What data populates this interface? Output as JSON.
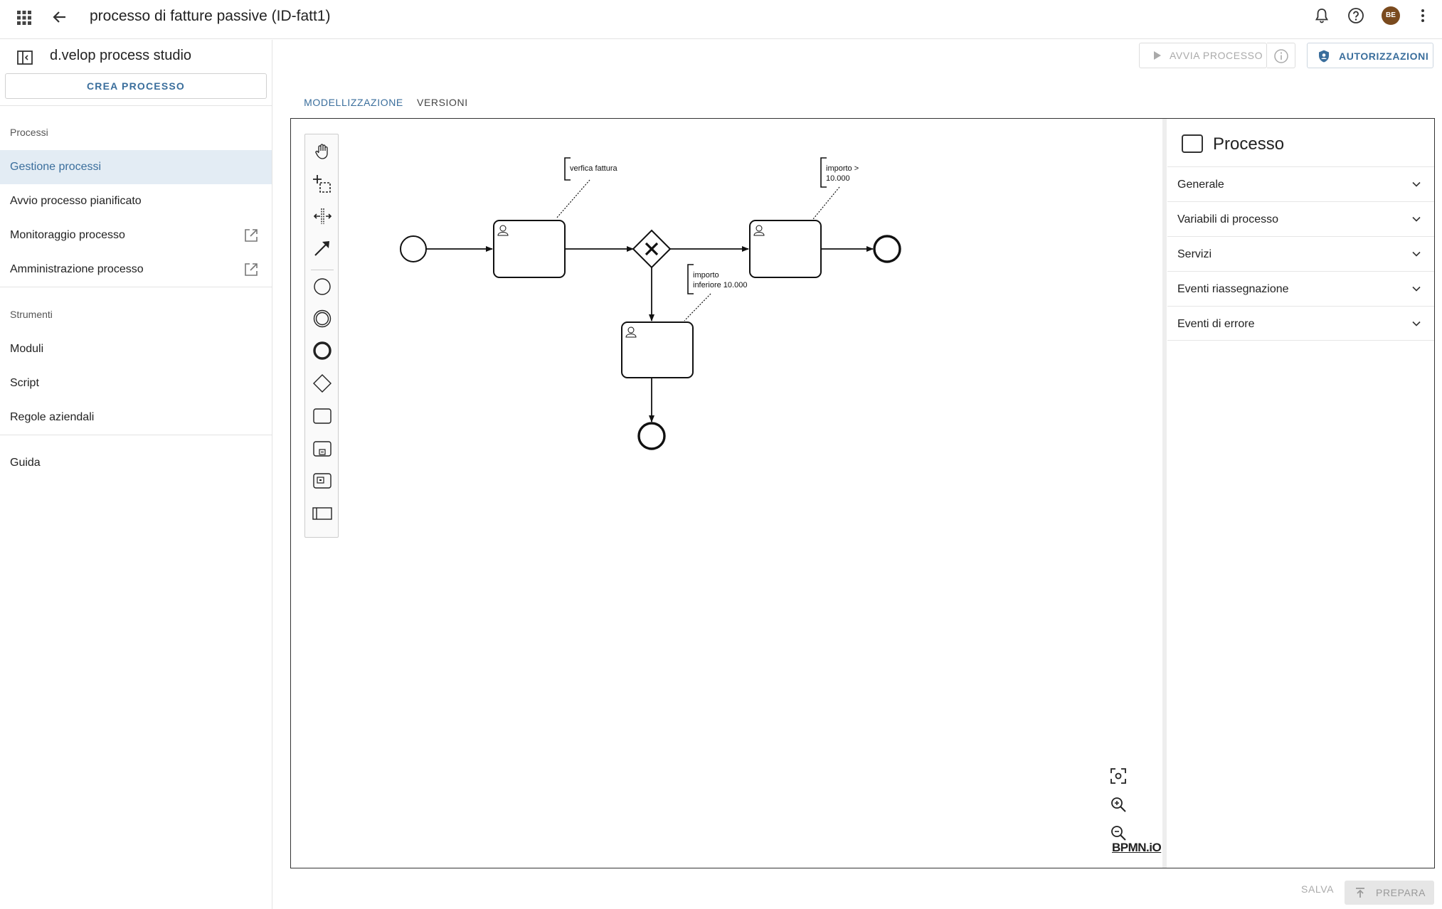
{
  "header": {
    "title": "processo di fatture passive (ID-fatt1)",
    "avatar_initials": "BE"
  },
  "sidebar": {
    "app_title": "d.velop process studio",
    "create_label": "CREA PROCESSO",
    "section_processes": "Processi",
    "items_processes": [
      {
        "label": "Gestione processi",
        "active": true
      },
      {
        "label": "Avvio processo pianificato"
      },
      {
        "label": "Monitoraggio processo",
        "external": true
      },
      {
        "label": "Amministrazione processo",
        "external": true
      }
    ],
    "section_tools": "Strumenti",
    "items_tools": [
      {
        "label": "Moduli"
      },
      {
        "label": "Script"
      },
      {
        "label": "Regole aziendali"
      }
    ],
    "guide_label": "Guida"
  },
  "toolbar": {
    "start_label": "AVVIA PROCESSO",
    "auth_label": "AUTORIZZAZIONI"
  },
  "tabs": [
    {
      "label": "MODELLIZZAZIONE",
      "active": true
    },
    {
      "label": "VERSIONI"
    }
  ],
  "diagram": {
    "annotations": {
      "a1": [
        "verfica fattura"
      ],
      "a2": [
        "importo >",
        "10.000"
      ],
      "a3": [
        "importo",
        "inferiore 10.000"
      ]
    },
    "logo": "BPMN.iO"
  },
  "properties": {
    "title": "Processo",
    "sections": [
      "Generale",
      "Variabili di processo",
      "Servizi",
      "Eventi riassegnazione",
      "Eventi di errore"
    ]
  },
  "footer": {
    "save_label": "SALVA",
    "prepare_label": "PREPARA"
  },
  "colors": {
    "accent": "#3a6e9c",
    "active_bg": "#e3ecf4",
    "avatar_bg": "#7a4a1e"
  }
}
